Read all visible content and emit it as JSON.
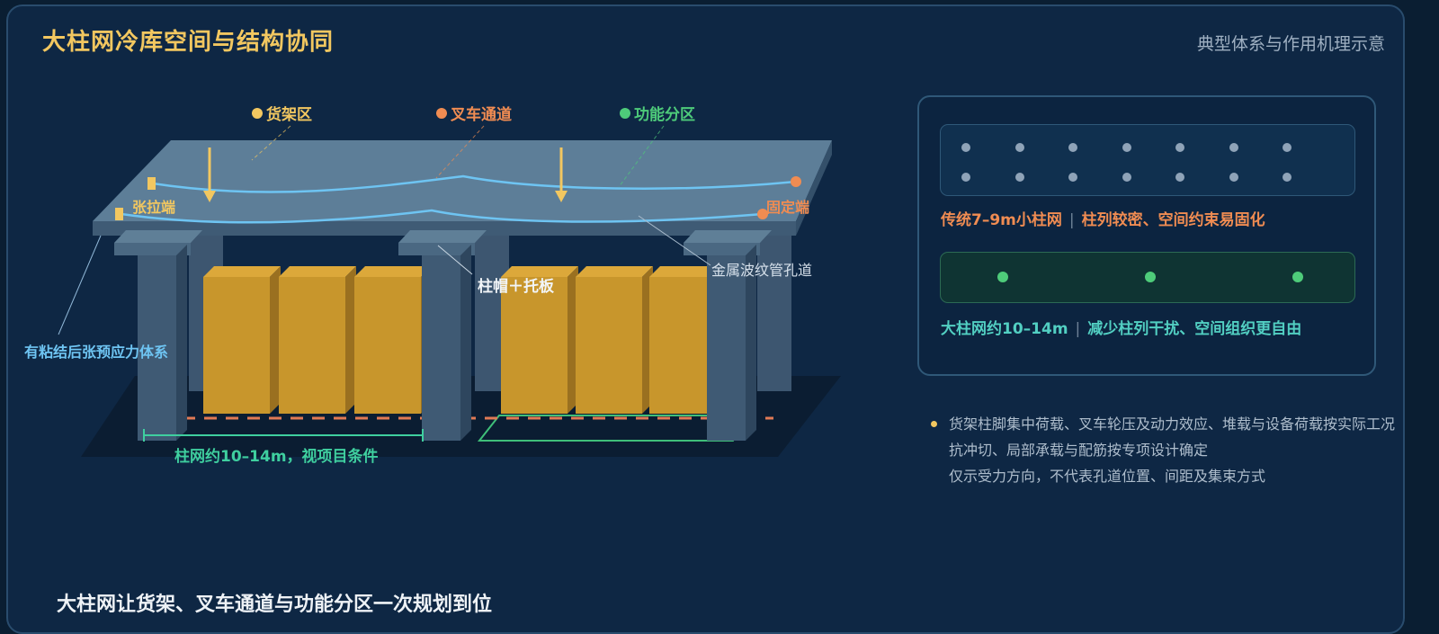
{
  "header": {
    "title": "大柱网冷库空间与结构协同",
    "subtitle": "典型体系与作用机理示意"
  },
  "diagram": {
    "legend": [
      {
        "label": "货架区",
        "color": "#f2c760"
      },
      {
        "label": "叉车通道",
        "color": "#f08c52"
      },
      {
        "label": "功能分区",
        "color": "#4ecb7a"
      }
    ],
    "labels": {
      "tension_end": "张拉端",
      "fixed_end": "固定端",
      "bonded_pt": "有粘结后张预应力体系",
      "column_cap": "柱帽＋托板",
      "duct": "金属波纹管孔道",
      "span": "柱网约10–14m，视项目条件"
    }
  },
  "comparison": {
    "traditional_title": "传统7–9m小柱网",
    "traditional_desc": "柱列较密、空间约束易固化",
    "large_title": "大柱网约10–14m",
    "large_desc": "减少柱列干扰、空间组织更自由"
  },
  "notes": {
    "line1": "货架柱脚集中荷载、叉车轮压及动力效应、堆载与设备荷载按实际工况",
    "line2": "抗冲切、局部承载与配筋按专项设计确定",
    "line3": "仅示受力方向，不代表孔道位置、间距及集束方式"
  },
  "footer": {
    "text": "大柱网让货架、叉车通道与功能分区一次规划到位"
  },
  "colors": {
    "accent_yellow": "#f2c760",
    "accent_orange": "#f08c52",
    "accent_green": "#4ecb7a",
    "accent_cyan": "#52cfc2",
    "tendon_blue": "#6ec4f2"
  }
}
